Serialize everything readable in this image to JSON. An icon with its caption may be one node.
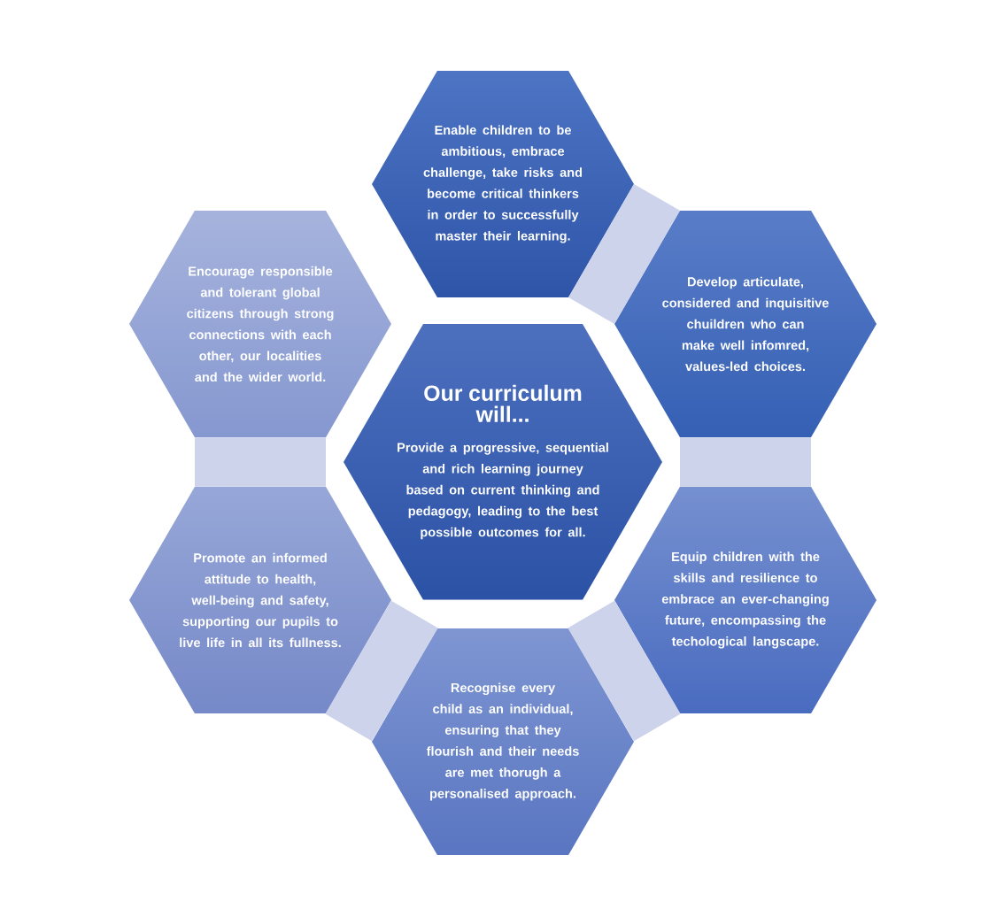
{
  "diagram": {
    "nodes": [
      {
        "text": [
          "Enable children to be ambitious, embrace challenge, take risks and become critical thinkers in order to successfully master their learning."
        ]
      },
      {
        "text": [
          "Encourage responsible and tolerant global citizens through strong connections with each other, our localities and the wider world."
        ]
      },
      {
        "text": [
          "Develop articulate, considered and inquisitive chuildren who can make well infomred, values-led choices."
        ]
      },
      {
        "text": [
          "Our curriculum will...",
          "Provide a progressive, sequential and rich learning journey based on current thinking and pedagogy, leading to the best possible outcomes for all."
        ]
      },
      {
        "text": [
          "Promote an informed attitude to health, well-being and safety, supporting our pupils to live life in all its fullness."
        ]
      },
      {
        "text": [
          "Equip children with the skills and resilience to embrace an ever-changing future, encompassing the techological langscape."
        ]
      },
      {
        "text": [
          "Recognise every child as an individual, ensuring that they flourish and their needs are met thorugh a personalised approach."
        ]
      }
    ],
    "edges": [
      {
        "from": 0,
        "to": 2,
        "arrow": "none"
      },
      {
        "from": 2,
        "to": 5,
        "arrow": "none"
      },
      {
        "from": 5,
        "to": 6,
        "arrow": "none"
      },
      {
        "from": 6,
        "to": 4,
        "arrow": "none"
      },
      {
        "from": 4,
        "to": 1,
        "arrow": "none"
      }
    ]
  }
}
